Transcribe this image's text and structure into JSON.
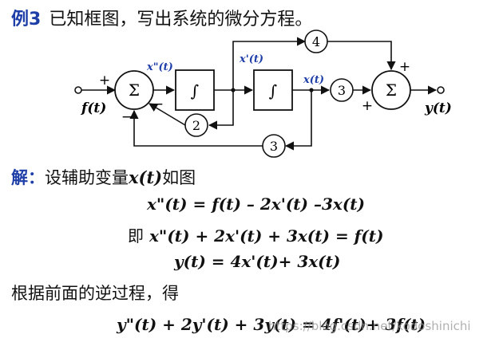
{
  "title": {
    "label": "例3",
    "text": "已知框图，写出系统的微分方程。"
  },
  "diagram": {
    "input": "f(t)",
    "output": "y(t)",
    "sum_symbol": "Σ",
    "integrator_symbol": "∫",
    "signal_xpp": "x\"(t)",
    "signal_xp": "x'(t)",
    "signal_x": "x(t)",
    "gain_top": "4",
    "gain_forward": "3",
    "gain_fb_inner": "2",
    "gain_fb_outer": "3",
    "plus": "+",
    "minus": "−"
  },
  "solution": {
    "label": "解：",
    "text": "设辅助变量",
    "var": "x(t)",
    "suffix": "如图"
  },
  "equations": {
    "eq1": "x\"(t) = f(t) – 2x'(t) –3x(t)",
    "eq2_prefix": "即",
    "eq2": "x\"(t) + 2x'(t) + 3x(t) = f(t)",
    "eq3": "y(t) = 4x'(t)+ 3x(t)",
    "reverse_text": "根据前面的逆过程，得",
    "eq4": "y\"(t) + 2y'(t) + 3y(t) = 4f'(t)+ 3f(t)"
  },
  "watermark": "https://blog.csdn.net/kodoshinichi"
}
